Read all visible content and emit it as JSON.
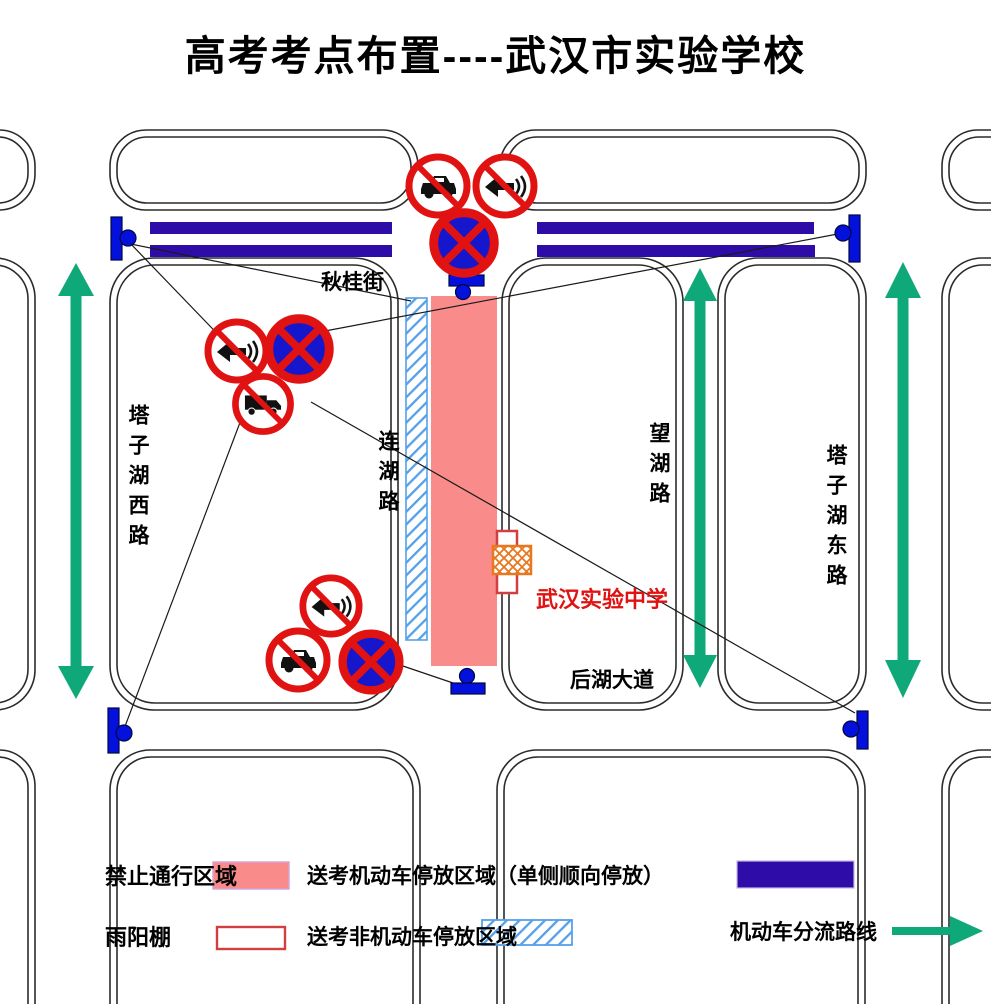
{
  "title": "高考考点布置----武汉市实验学校",
  "map": {
    "streets": {
      "qiugui": "秋桂街",
      "lianhu": "连湖路",
      "wanghu": "望湖路",
      "tazihu_west": "塔子湖西路",
      "tazihu_east": "塔子湖东路",
      "houhu": "后湖大道"
    },
    "school": "武汉实验中学",
    "icons": {
      "no_car_sign": "red circle, black car, diagonal bar",
      "no_horn_sign": "red circle, black horn, diagonal bar",
      "no_truck_sign": "red circle, black truck, diagonal bar",
      "no_stopping_sign": "blue circle, red ring and X",
      "gate_barrier": "blue bar with blue dot",
      "flow_arrow": "green double-headed arrow"
    }
  },
  "legend": {
    "items": [
      {
        "label": "禁止通行区域",
        "swatch": "pink-solid"
      },
      {
        "label": "送考机动车停放区域（单侧顺向停放）",
        "swatch": "navy-solid"
      },
      {
        "label": "雨阳棚",
        "swatch": "red-outline"
      },
      {
        "label": "送考非机动车停放区域",
        "swatch": "blue-hatch"
      },
      {
        "label": "机动车分流路线",
        "swatch": "green-arrow"
      }
    ]
  },
  "colors": {
    "forbidden_area": "#f98b8b",
    "motor_parking": "#2e0ca8",
    "non_motor_hatch": "#55a0e8",
    "diversion_arrow": "#0fa878",
    "gate_blue": "#0411dd",
    "sign_red": "#e01212",
    "sign_blue": "#1616cc",
    "school_text": "#e01212",
    "canopy_outline": "#d04040",
    "shelter_hatch": "#e87820",
    "road_line": "#2b2b2b"
  }
}
